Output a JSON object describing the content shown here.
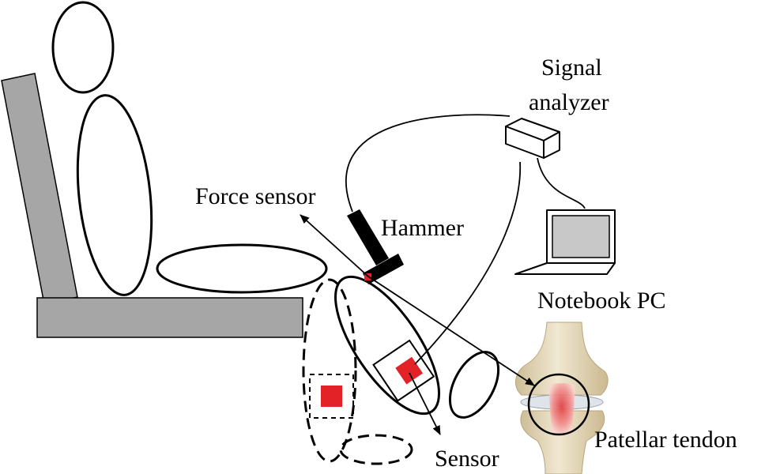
{
  "labels": {
    "signal_analyzer_line1": "Signal",
    "signal_analyzer_line2": "analyzer",
    "force_sensor": "Force sensor",
    "hammer": "Hammer",
    "notebook_pc": "Notebook PC",
    "sensor": "Sensor",
    "patellar_tendon": "Patellar tendon"
  },
  "colors": {
    "stroke": "#000000",
    "chair": "#a6a6a6",
    "sensor_red": "#e32227",
    "screen": "#c8c8c8",
    "bone": "#e8dcc0",
    "tendon_red": "#e23a3a"
  }
}
